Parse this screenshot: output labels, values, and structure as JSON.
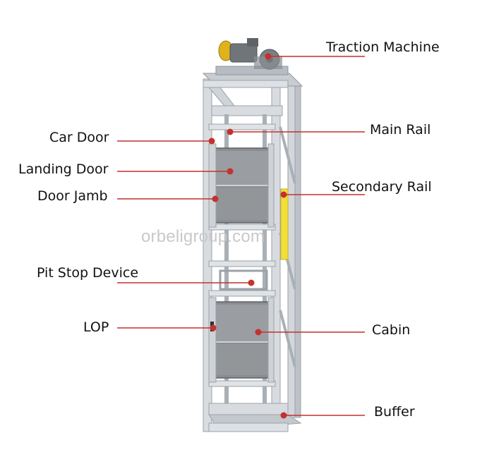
{
  "labels": {
    "traction_machine": "Traction Machine",
    "main_rail": "Main Rail",
    "secondary_rail": "Secondary Rail",
    "cabin": "Cabin",
    "buffer": "Buffer",
    "car_door": "Car Door",
    "landing_door": "Landing Door",
    "door_jamb": "Door Jamb",
    "pit_stop_device": "Pit Stop Device",
    "lop": "LOP"
  },
  "watermark": "orbeligroup.com",
  "colors": {
    "leader_line": "#c4312f",
    "frame": "#c9ced3",
    "frame_dark": "#8e959c",
    "door_panel": "#8a8d91",
    "motor": "#707579",
    "motor_accent": "#e0b21c",
    "rail_yellow": "#f1df3a"
  }
}
